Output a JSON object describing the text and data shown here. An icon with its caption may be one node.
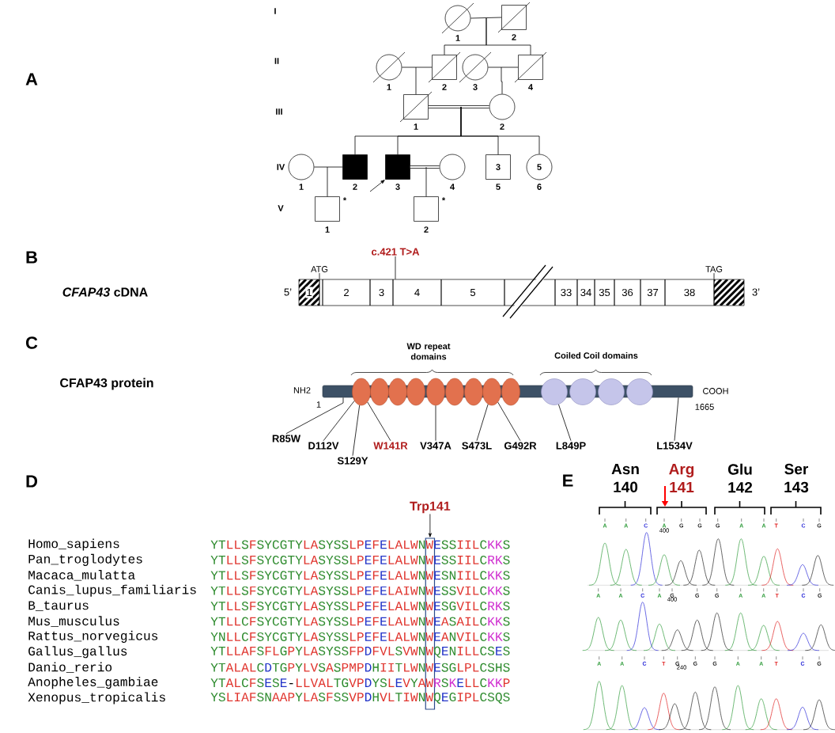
{
  "diagram": {
    "nodes": [
      {
        "text": [],
        "shape": "circle",
        "beside": [
          "1"
        ]
      },
      {
        "text": [],
        "shape": "box",
        "beside": [
          "2"
        ]
      },
      {
        "text": [],
        "shape": "circle",
        "beside": [
          "1"
        ]
      },
      {
        "text": [],
        "shape": "box",
        "beside": [
          "2"
        ]
      },
      {
        "text": [],
        "shape": "circle",
        "beside": [
          "3"
        ]
      },
      {
        "text": [],
        "shape": "box",
        "beside": [
          "4"
        ]
      },
      {
        "text": [],
        "shape": "box",
        "beside": [
          "1"
        ]
      },
      {
        "text": [],
        "shape": "circle",
        "beside": [
          "2"
        ]
      },
      {
        "text": [],
        "shape": "circle",
        "beside": [
          "1"
        ]
      },
      {
        "text": [],
        "shape": "box",
        "beside": [
          "2"
        ]
      },
      {
        "text": [],
        "shape": "box",
        "beside": [
          "3"
        ]
      },
      {
        "text": [],
        "shape": "circle",
        "beside": [
          "4"
        ]
      },
      {
        "text": [
          "3"
        ],
        "beside": [
          "5"
        ]
      },
      {
        "text": [
          "5"
        ],
        "beside": [
          "6"
        ]
      },
      {
        "text": [],
        "shape": "box",
        "beside": [
          "*",
          "1"
        ]
      },
      {
        "text": [],
        "shape": "box",
        "beside": [
          "*",
          "2"
        ]
      },
      {
        "text": [
          "c.421 T>A"
        ]
      },
      {
        "text": [
          "ATG"
        ]
      },
      {
        "text": [
          "TAG"
        ]
      },
      {
        "text": [
          "1"
        ]
      },
      {
        "text": [
          "2"
        ]
      },
      {
        "text": [
          "3"
        ]
      },
      {
        "text": [
          "4"
        ]
      },
      {
        "text": [
          "5"
        ]
      },
      {
        "text": [],
        "shape": "box"
      },
      {
        "text": [
          "33"
        ]
      },
      {
        "text": [
          "34"
        ]
      },
      {
        "text": [
          "35"
        ]
      },
      {
        "text": [
          "36"
        ]
      },
      {
        "text": [
          "37"
        ]
      },
      {
        "text": [
          "38"
        ]
      },
      {
        "text": [],
        "shape": "box"
      },
      {
        "text": [],
        "shape": "bar"
      },
      {
        "text": [],
        "shape": "ellipse"
      },
      {
        "text": [],
        "shape": "ellipse"
      },
      {
        "text": [],
        "shape": "ellipse"
      },
      {
        "text": [],
        "shape": "ellipse"
      },
      {
        "text": [],
        "shape": "ellipse"
      },
      {
        "text": [],
        "shape": "ellipse"
      },
      {
        "text": [],
        "shape": "ellipse"
      },
      {
        "text": [],
        "shape": "ellipse"
      },
      {
        "text": [],
        "shape": "ellipse"
      },
      {
        "text": [],
        "shape": "circle"
      },
      {
        "text": [],
        "shape": "circle"
      },
      {
        "text": [],
        "shape": "circle"
      },
      {
        "text": [],
        "shape": "circle"
      },
      {
        "text": [
          "R85W"
        ]
      },
      {
        "text": [
          "D112V"
        ]
      },
      {
        "text": [
          "S129Y"
        ]
      },
      {
        "text": [
          "W141R"
        ]
      },
      {
        "text": [
          "V347A"
        ]
      },
      {
        "text": [
          "S473L"
        ]
      },
      {
        "text": [
          "G492R"
        ]
      },
      {
        "text": [
          "L849P"
        ]
      },
      {
        "text": [
          "L1534V"
        ]
      },
      {
        "text": [
          "Trp141"
        ]
      },
      {
        "text": [],
        "shape": "box"
      }
    ],
    "edges": [
      {
        "from": 0,
        "to": 1,
        "arrow": "none"
      },
      {
        "from": null,
        "to": 3,
        "arrow": "none"
      },
      {
        "from": null,
        "to": 5,
        "arrow": "none"
      },
      {
        "from": 2,
        "to": 3,
        "arrow": "none"
      },
      {
        "from": 4,
        "to": 5,
        "arrow": "none"
      },
      {
        "from": null,
        "to": 6,
        "arrow": "none"
      },
      {
        "from": null,
        "to": 7,
        "arrow": "none"
      },
      {
        "from": 6,
        "to": 7,
        "arrow": "none",
        "style": "thick"
      },
      {
        "from": null,
        "to": 9,
        "arrow": "none"
      },
      {
        "from": null,
        "to": 10,
        "arrow": "none"
      },
      {
        "from": null,
        "to": 12,
        "arrow": "none"
      },
      {
        "from": null,
        "to": 13,
        "arrow": "none"
      },
      {
        "from": 8,
        "to": 9,
        "arrow": "none"
      },
      {
        "from": 10,
        "to": 11,
        "arrow": "none",
        "style": "thick"
      },
      {
        "from": null,
        "to": 14,
        "arrow": "none"
      },
      {
        "from": null,
        "to": 15,
        "arrow": "none"
      },
      {
        "from": null,
        "to": 10,
        "arrow": "to"
      },
      {
        "from": 16,
        "to": 22,
        "arrow": "none"
      },
      {
        "from": 17,
        "to": 19,
        "arrow": "none"
      },
      {
        "from": 18,
        "to": 31,
        "arrow": "none"
      },
      {
        "from": 46,
        "to": 32,
        "arrow": "none"
      },
      {
        "from": 47,
        "to": 33,
        "arrow": "none"
      },
      {
        "from": 48,
        "to": 33,
        "arrow": "none"
      },
      {
        "from": 49,
        "to": 33,
        "arrow": "none"
      },
      {
        "from": 50,
        "to": 37,
        "arrow": "none"
      },
      {
        "from": 51,
        "to": 40,
        "arrow": "none"
      },
      {
        "from": 52,
        "to": 40,
        "arrow": "none"
      },
      {
        "from": 53,
        "to": 42,
        "arrow": "none"
      },
      {
        "from": 54,
        "to": 32,
        "arrow": "none"
      },
      {
        "from": 55,
        "to": 56,
        "arrow": "to"
      }
    ],
    "labels": [
      "A",
      "I",
      "II",
      "III",
      "IV",
      "V",
      "B",
      "*CFAP43* cDNA",
      "5’",
      "3’",
      "C",
      "CFAP43 protein",
      "WD repeat domains",
      "Coiled Coil domains",
      "NH2",
      "1",
      "COOH",
      "1665",
      "D",
      "Homo_sapiens",
      "YTLLSFSYCGTYLASYSSLPEFELALWNWESSIILCKKS",
      "Pan_troglodytes",
      "YTLLSFSYCGTYLASYSSLPEFELALWNWESSIILCRKS",
      "Macaca_mulatta",
      "YTLLSFSYCGTYLASYSSLPEFELALWNWESNIILCKKS",
      "Canis_lupus_familiaris",
      "YTLLSFSYCGTYLASYSSLPEFELAIWNWESSVILCKKS",
      "B_taurus",
      "YTLLSFSYCGTYLASYSSLPEFELALWNWESGVILCRKS",
      "Mus_musculus",
      "YTLLCFSYCGTYLASYSSLPEFELALWNWEASAILCKKS",
      "Rattus_norvegicus",
      "YNLLCFSYCGTYLASYSSLPEFELALWNWEANVILCKKS",
      "Gallus_gallus",
      "YTLLAFSFLGPYLASYSSFPDFVLSVWNWQENILLCSES",
      "Danio_rerio",
      "YTALALCDTGPYLVSASPMPDHIITLWNWESGLPLCSHS",
      "Anopheles_gambiae",
      "YTALCFSESE-LLVALTGVPDYSLEVYAWRSKELLCKKP",
      "Xenopus_tropicalis",
      "YSLIAFSNAAPYLASFSSVPDHVLTIWNWQEGIPLCSQS",
      "E",
      "Asn 140",
      "Arg 141",
      "Glu 142",
      "Ser 143",
      "A",
      "A",
      "C",
      "A",
      "G",
      "G",
      "G",
      "A",
      "A",
      "T",
      "C",
      "G",
      "400",
      "A",
      "A",
      "C",
      "A",
      "G",
      "G",
      "G",
      "A",
      "A",
      "T",
      "C",
      "G",
      "400",
      "A",
      "A",
      "C",
      "T",
      "G",
      "G",
      "G",
      "A",
      "A",
      "T",
      "C",
      "G",
      "240"
    ]
  }
}
